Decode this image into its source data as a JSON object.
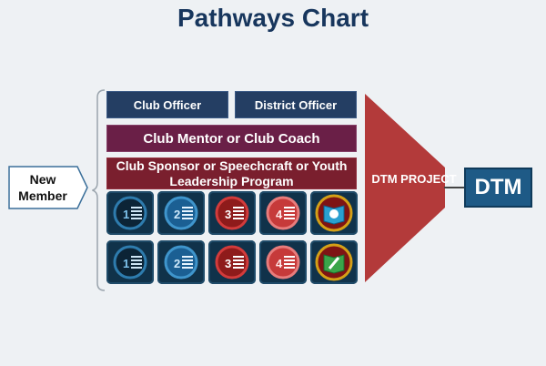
{
  "title": "Pathways Chart",
  "new_member": "New Member",
  "boxes": {
    "club_officer": "Club Officer",
    "district_officer": "District Officer",
    "mentor": "Club Mentor or Club Coach",
    "sponsor": "Club Sponsor or Speechcraft or Youth Leadership Program"
  },
  "level_tiles": {
    "row1": [
      "1",
      "2",
      "3",
      "4"
    ],
    "row2": [
      "1",
      "2",
      "3",
      "4"
    ]
  },
  "project": "DTM PROJECT",
  "dtm": "DTM",
  "colors": {
    "title": "#17365d",
    "officer": "#243e63",
    "mentor": "#6a1f47",
    "sponsor": "#7a1f2e",
    "project": "#b33a3a",
    "dtm": "#1e5a86",
    "level_blue": "#2a6fa0",
    "level_red": "#b42a2a"
  }
}
